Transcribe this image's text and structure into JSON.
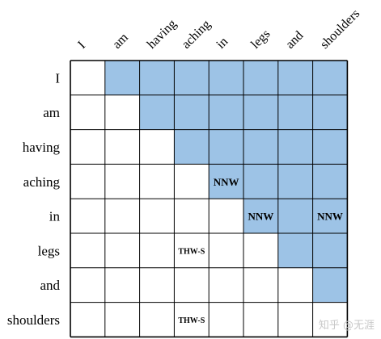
{
  "words": [
    "I",
    "am",
    "having",
    "aching",
    "in",
    "legs",
    "and",
    "shoulders"
  ],
  "colors": {
    "shaded": "#9dc3e6",
    "line": "#000000",
    "background": "#ffffff",
    "text": "#000000",
    "watermark": "#c8c8c8"
  },
  "annotations": [
    {
      "row": 3,
      "col": 4,
      "text": "NNW"
    },
    {
      "row": 4,
      "col": 5,
      "text": "NNW"
    },
    {
      "row": 4,
      "col": 7,
      "text": "NNW"
    },
    {
      "row": 5,
      "col": 3,
      "text": "THW-S"
    },
    {
      "row": 7,
      "col": 3,
      "text": "THW-S"
    }
  ],
  "watermark": "知乎 @无涯"
}
